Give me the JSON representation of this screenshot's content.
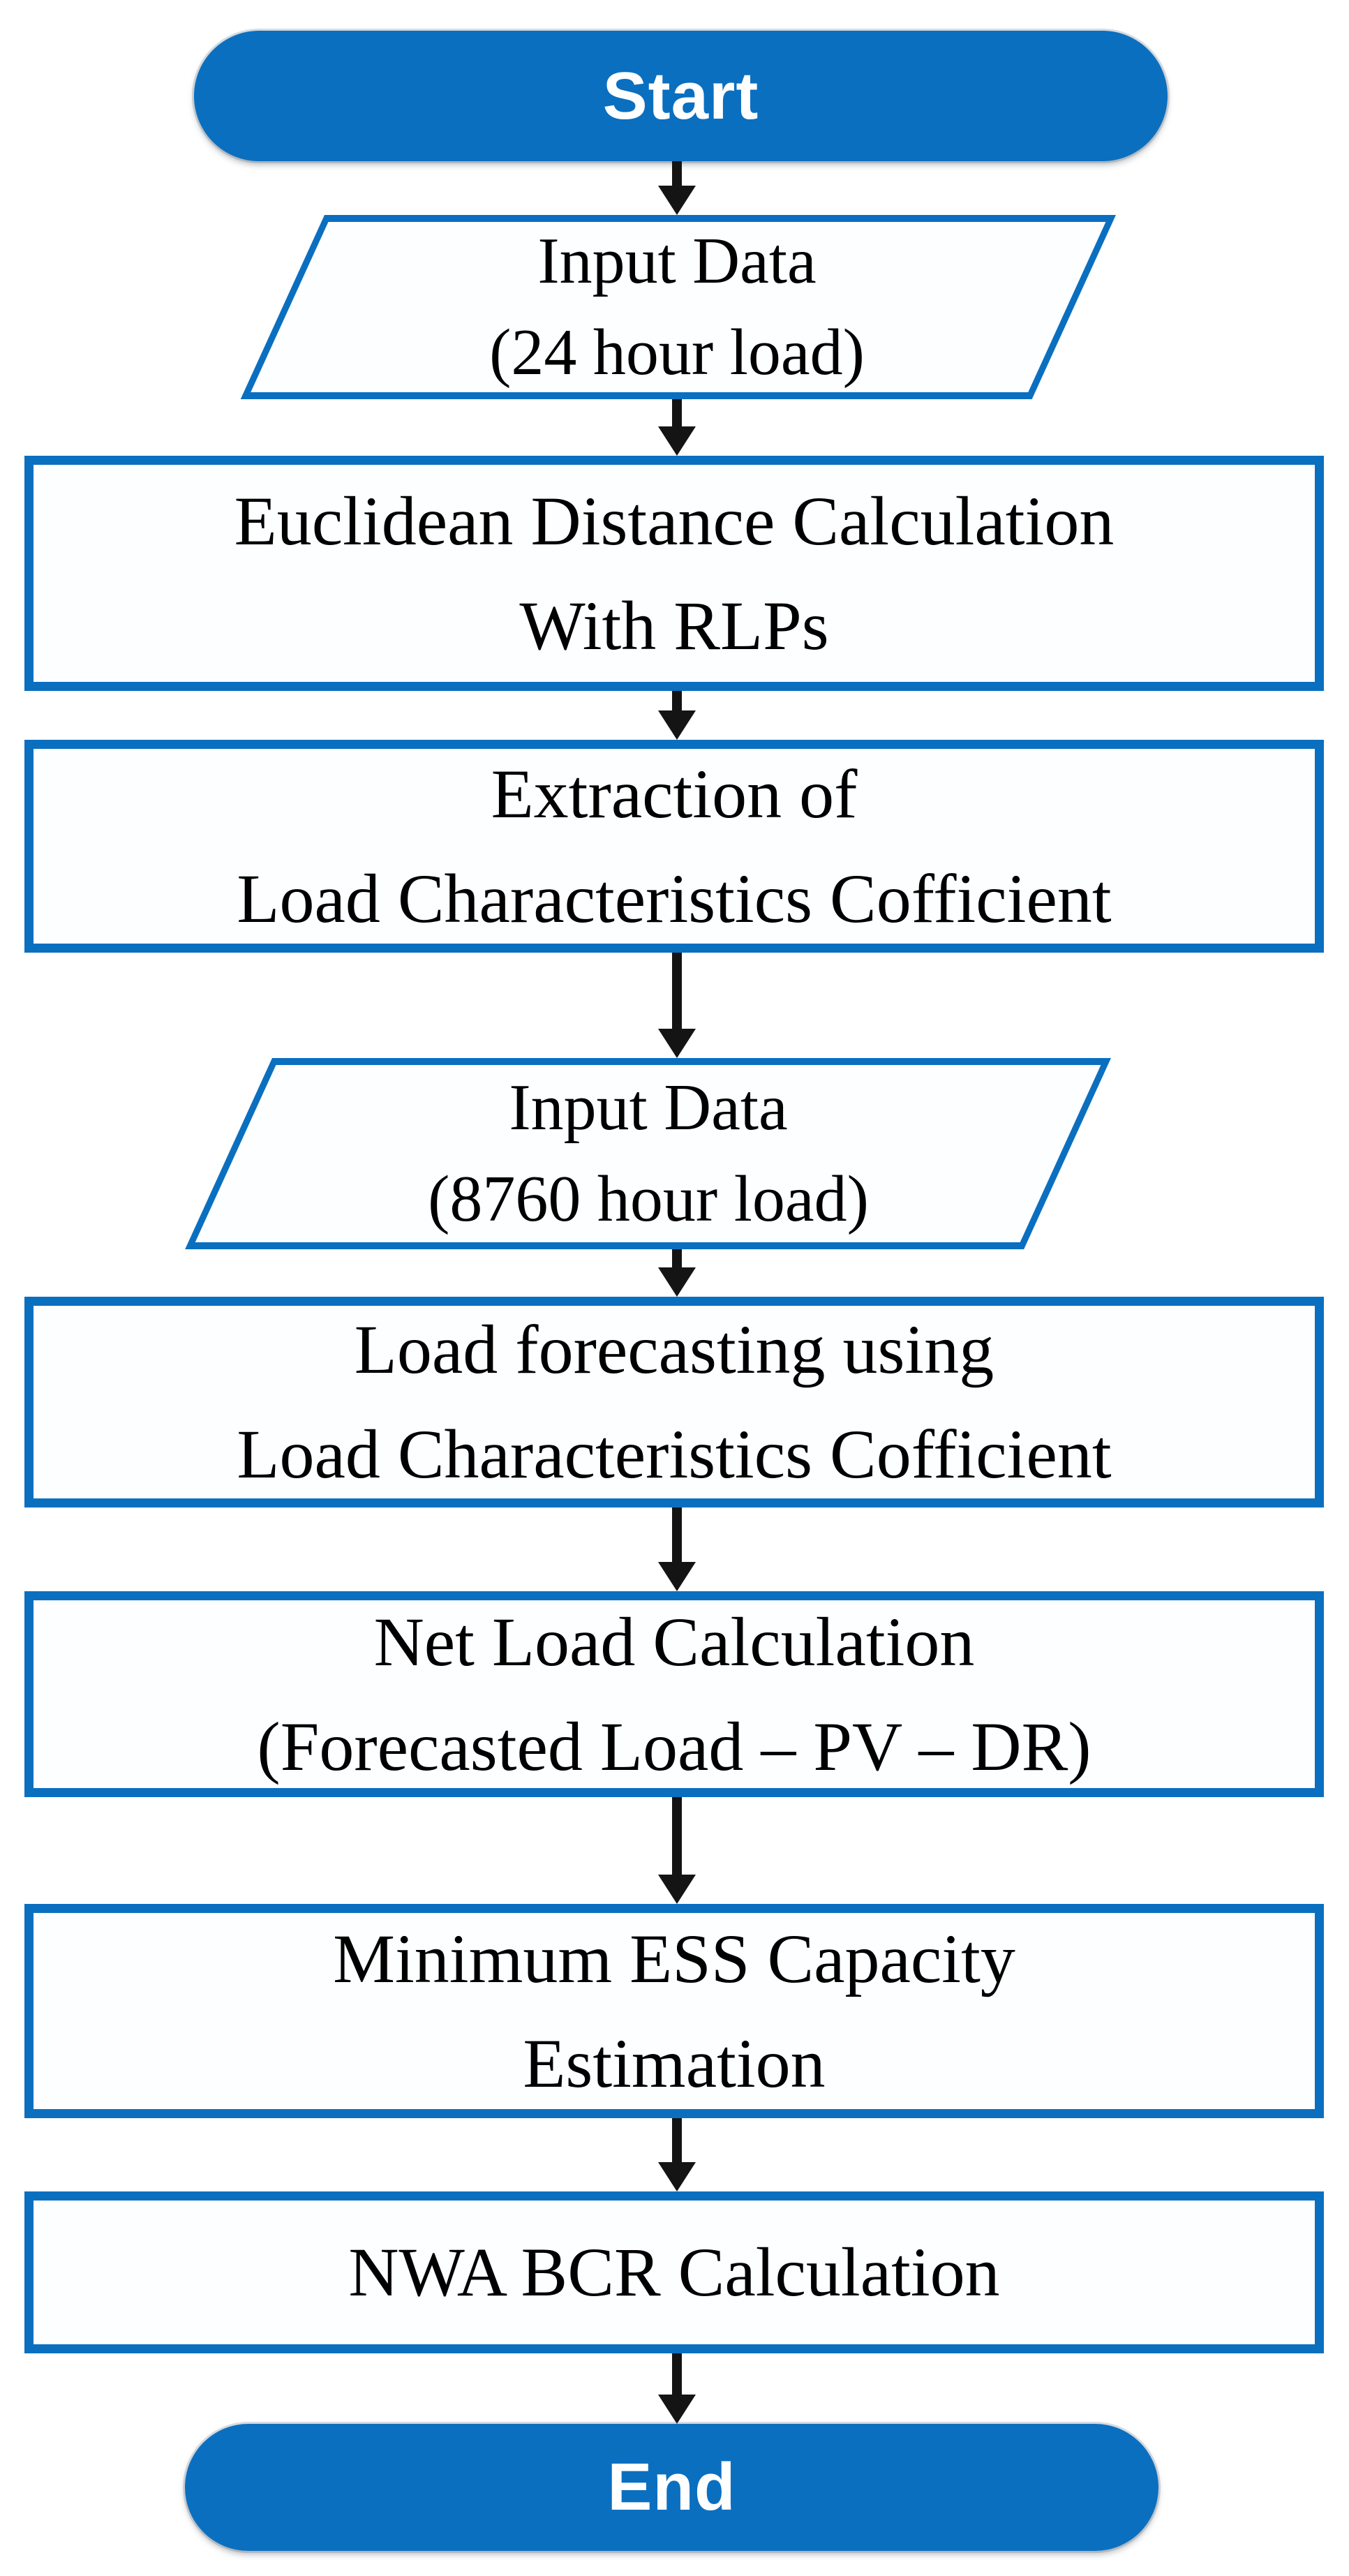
{
  "diagram": {
    "type": "flowchart",
    "colors": {
      "accent": "#0b6fc0",
      "arrow": "#141414",
      "text": "#000000",
      "terminal_text": "#ffffff",
      "box_fill": "#fdfeff",
      "background": "#ffffff"
    },
    "nodes": [
      {
        "id": "start",
        "shape": "terminal",
        "label": "Start"
      },
      {
        "id": "input24",
        "shape": "parallelogram",
        "lines": [
          "Input Data",
          "(24 hour load)"
        ]
      },
      {
        "id": "euclidean",
        "shape": "rectangle",
        "lines": [
          "Euclidean Distance Calculation",
          "With RLPs"
        ]
      },
      {
        "id": "extraction",
        "shape": "rectangle",
        "lines": [
          "Extraction of",
          "Load Characteristics Cofficient"
        ]
      },
      {
        "id": "input8760",
        "shape": "parallelogram",
        "lines": [
          "Input Data",
          "(8760 hour load)"
        ]
      },
      {
        "id": "forecasting",
        "shape": "rectangle",
        "lines": [
          "Load forecasting using",
          "Load Characteristics Cofficient"
        ]
      },
      {
        "id": "netload",
        "shape": "rectangle",
        "lines": [
          "Net Load Calculation",
          "(Forecasted Load – PV – DR)"
        ]
      },
      {
        "id": "ess",
        "shape": "rectangle",
        "lines": [
          "Minimum ESS Capacity",
          "Estimation"
        ]
      },
      {
        "id": "nwa",
        "shape": "rectangle",
        "lines": [
          "NWA BCR Calculation"
        ]
      },
      {
        "id": "end",
        "shape": "terminal",
        "label": "End"
      }
    ],
    "edges": [
      [
        "start",
        "input24"
      ],
      [
        "input24",
        "euclidean"
      ],
      [
        "euclidean",
        "extraction"
      ],
      [
        "extraction",
        "input8760"
      ],
      [
        "input8760",
        "forecasting"
      ],
      [
        "forecasting",
        "netload"
      ],
      [
        "netload",
        "ess"
      ],
      [
        "ess",
        "nwa"
      ],
      [
        "nwa",
        "end"
      ]
    ]
  }
}
